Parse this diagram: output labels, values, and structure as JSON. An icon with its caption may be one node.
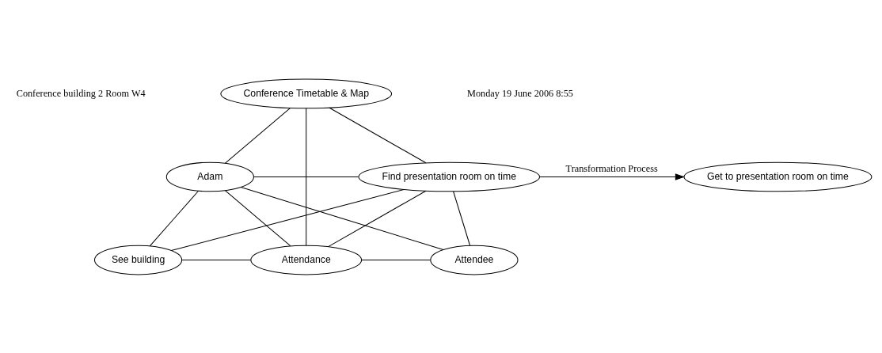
{
  "diagram": {
    "nodes": [
      {
        "text": [
          "Conference Timetable & Map"
        ]
      },
      {
        "text": [
          "Adam"
        ]
      },
      {
        "text": [
          "Find presentation room on time"
        ]
      },
      {
        "text": [
          "Get to presentation room on time"
        ]
      },
      {
        "text": [
          "See building"
        ]
      },
      {
        "text": [
          "Attendance"
        ]
      },
      {
        "text": [
          "Attendee"
        ]
      }
    ],
    "edges": [
      {
        "from": 0,
        "to": 1,
        "arrow": "none"
      },
      {
        "from": 0,
        "to": 5,
        "arrow": "none"
      },
      {
        "from": 0,
        "to": 2,
        "arrow": "none"
      },
      {
        "from": 1,
        "to": 2,
        "arrow": "none"
      },
      {
        "from": 1,
        "to": 4,
        "arrow": "none"
      },
      {
        "from": 1,
        "to": 5,
        "arrow": "none"
      },
      {
        "from": 1,
        "to": 6,
        "arrow": "none"
      },
      {
        "from": 2,
        "to": 4,
        "arrow": "none"
      },
      {
        "from": 2,
        "to": 5,
        "arrow": "none"
      },
      {
        "from": 2,
        "to": 6,
        "arrow": "none"
      },
      {
        "from": 4,
        "to": 5,
        "arrow": "none"
      },
      {
        "from": 5,
        "to": 6,
        "arrow": "none"
      },
      {
        "from": 2,
        "to": 3,
        "arrow": "to",
        "label": "Transformation Process"
      }
    ],
    "labels": [
      "Conference building 2 Room W4",
      "Monday 19 June 2006 8:55"
    ]
  }
}
